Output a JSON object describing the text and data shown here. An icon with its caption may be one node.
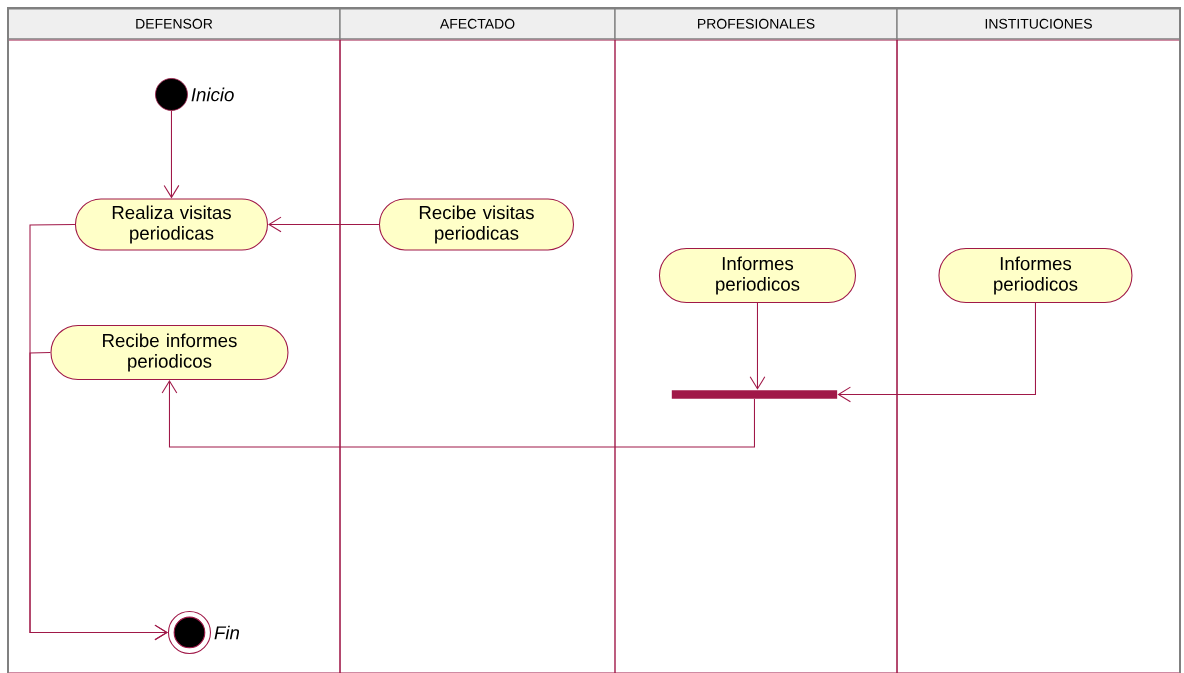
{
  "diagram": {
    "nodes": [
      {
        "text": [
          "DEFENSOR"
        ]
      },
      {
        "text": [
          "AFECTADO"
        ]
      },
      {
        "text": [
          "PROFESIONALES"
        ]
      },
      {
        "text": [
          "INSTITUCIONES"
        ]
      },
      {
        "text": [],
        "shape": "circle",
        "in": 0,
        "beside": [
          "Inicio"
        ]
      },
      {
        "text": [
          "Realiza visitas periodicas"
        ],
        "in": 0
      },
      {
        "text": [
          "Recibe visitas periodicas"
        ],
        "in": 1
      },
      {
        "text": [
          "Informes periodicos"
        ],
        "in": 2
      },
      {
        "text": [
          "Informes periodicos"
        ],
        "in": 3
      },
      {
        "text": [
          "Recibe informes periodicos"
        ],
        "in": 0
      },
      {
        "text": [],
        "shape": "bar",
        "in": 2
      },
      {
        "text": [],
        "shape": "circle",
        "in": 0,
        "beside": [
          "Fin"
        ]
      }
    ],
    "edges": [
      {
        "from": 4,
        "to": 5,
        "arrow": "to"
      },
      {
        "from": 6,
        "to": 5,
        "arrow": "to"
      },
      {
        "from": 7,
        "to": 10,
        "arrow": "to"
      },
      {
        "from": 8,
        "to": 10,
        "arrow": "to"
      },
      {
        "from": 10,
        "to": 9,
        "arrow": "to"
      },
      {
        "from": 5,
        "to": 11,
        "arrow": "to"
      },
      {
        "from": 9,
        "to": 11,
        "arrow": "to"
      }
    ]
  }
}
